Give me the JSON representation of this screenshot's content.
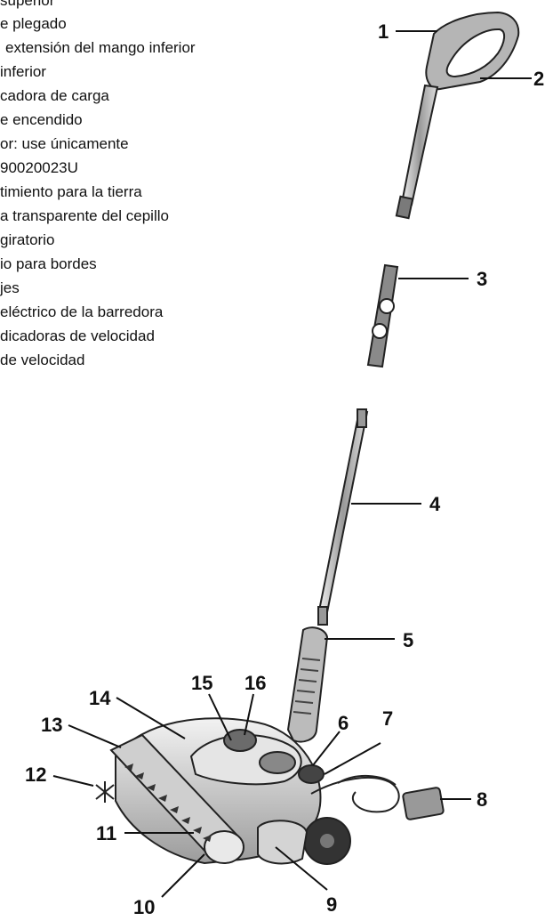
{
  "parts_list": [
    "superior",
    "e plegado",
    "extensión del mango inferior",
    "inferior",
    "cadora de carga",
    "e encendido",
    "or: use únicamente",
    "90020023U",
    "timiento para la tierra",
    "a transparente del cepillo",
    "giratorio",
    "io para bordes",
    "jes",
    "eléctrico de la barredora",
    "dicadoras de velocidad",
    "de velocidad"
  ],
  "callouts": {
    "n1": "1",
    "n2": "2",
    "n3": "3",
    "n4": "4",
    "n5": "5",
    "n6": "6",
    "n7": "7",
    "n8": "8",
    "n9": "9",
    "n10": "10",
    "n11": "11",
    "n12": "12",
    "n13": "13",
    "n14": "14",
    "n15": "15",
    "n16": "16"
  },
  "colors": {
    "ink": "#111111",
    "body_gray": "#c9c9c9",
    "dark_gray": "#555555",
    "wheel": "#333333"
  }
}
